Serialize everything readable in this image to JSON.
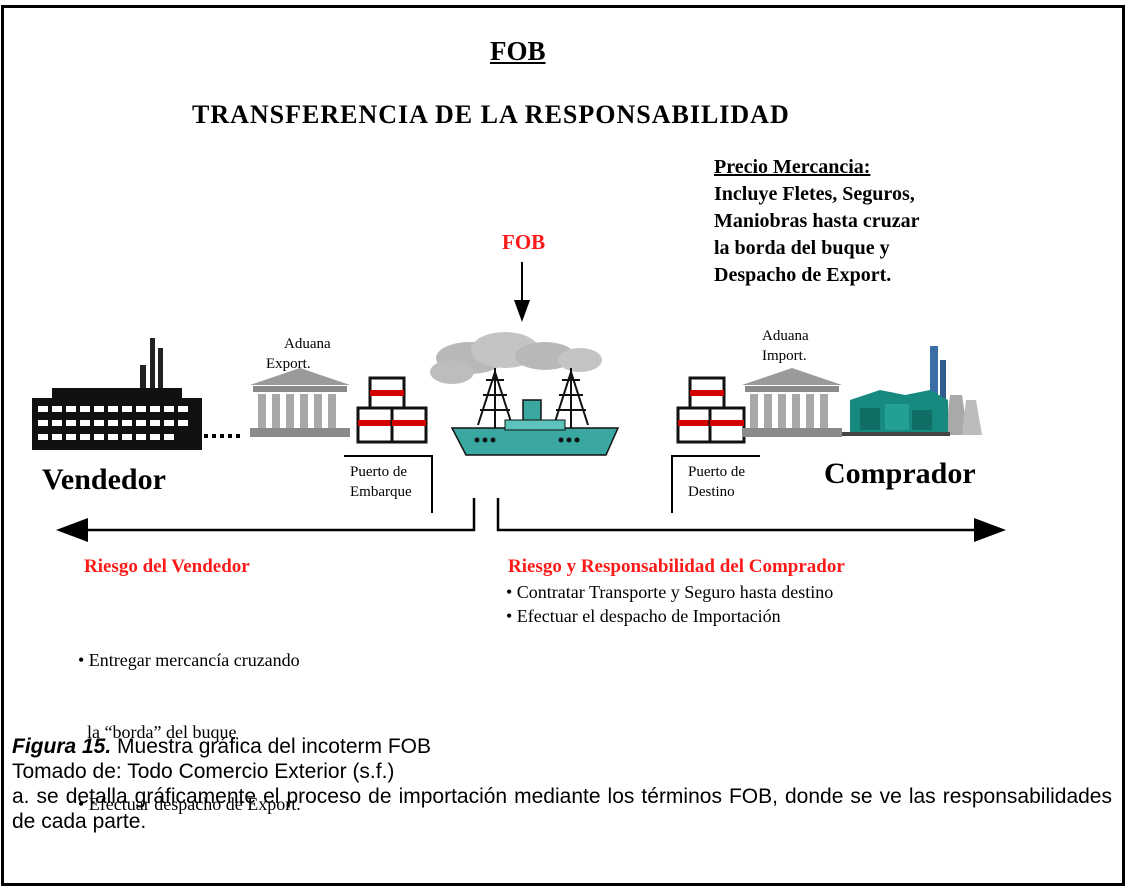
{
  "diagram": {
    "title": "FOB",
    "subtitle": "TRANSFERENCIA DE LA RESPONSABILIDAD",
    "price_box": {
      "heading": "Precio Mercancia:",
      "lines": [
        "Incluye Fletes, Seguros,",
        "Maniobras hasta cruzar",
        "la borda del buque y",
        "Despacho de Export."
      ]
    },
    "fob_marker": "FOB",
    "customs_export": [
      "Aduana",
      "Export."
    ],
    "customs_import": [
      "Aduana",
      "Import."
    ],
    "seller_label": "Vendedor",
    "buyer_label": "Comprador",
    "port_shipping": [
      "Puerto de",
      "Embarque"
    ],
    "port_destination": [
      "Puerto de",
      "Destino"
    ],
    "seller_risk": {
      "heading": "Riesgo del Vendedor",
      "items": [
        "• Entregar mercancía cruzando",
        "  la “borda” del buque",
        "• Efectuar despacho de Export."
      ]
    },
    "buyer_risk": {
      "heading": "Riesgo y Responsabilidad del Comprador",
      "items": [
        "• Contratar Transporte y Seguro hasta destino",
        "• Efectuar el despacho de Importación"
      ]
    },
    "colors": {
      "red": "#ff1a1a",
      "ship": "#3aa8a0",
      "smoke": "#b8b8b8",
      "building": "#9a9a9a"
    }
  },
  "caption": {
    "figure_label": "Figura 15.",
    "figure_text": " Muestra gráfica del incoterm FOB",
    "source": "Tomado de: Todo Comercio Exterior (s.f.)",
    "description": "a. se detalla gráficamente el proceso de importación mediante los términos FOB, donde se ve las responsabilidades de cada parte."
  }
}
